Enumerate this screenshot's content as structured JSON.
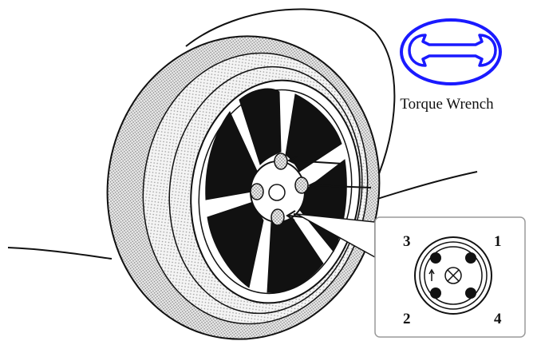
{
  "tool_badge": {
    "icon": "wrench-icon",
    "label": "Torque Wrench",
    "color": "#1a1aff"
  },
  "tightening_sequence": {
    "labels": [
      "3",
      "1",
      "2",
      "4"
    ]
  },
  "colors": {
    "line": "#111111",
    "tire_fill": "#d9d9d9",
    "spoke_gap": "#111111",
    "accent": "#1a1aff"
  }
}
